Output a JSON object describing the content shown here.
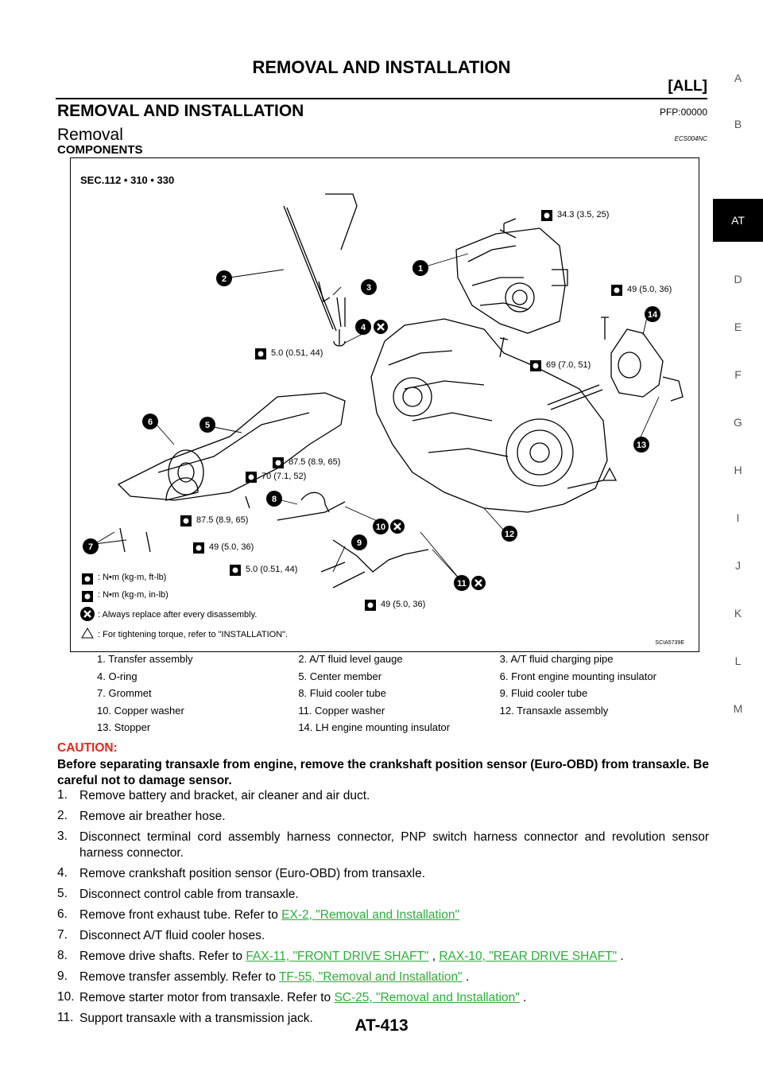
{
  "header": {
    "title": "REMOVAL AND INSTALLATION",
    "subtitle": "[ALL]"
  },
  "section": {
    "title": "REMOVAL AND INSTALLATION",
    "code": "PFP:00000"
  },
  "subsection": {
    "title": "Removal",
    "code": "ECS004NC"
  },
  "components_heading": "COMPONENTS",
  "side_index": [
    "A",
    "B",
    "AT",
    "D",
    "E",
    "F",
    "G",
    "H",
    "I",
    "J",
    "K",
    "L",
    "M"
  ],
  "side_index_active": "AT",
  "figure": {
    "sec_label": "SEC.112 • 310 • 330",
    "image_code": "SCIA5739E",
    "torques": {
      "t1": "34.3 (3.5, 25)",
      "t2": "49 (5.0, 36)",
      "t3": "5.0 (0.51, 44)",
      "t4": "69 (7.0, 51)",
      "t5": "87.5 (8.9, 65)",
      "t6": "70 (7.1, 52)",
      "t7": "87.5 (8.9, 65)",
      "t8": "49 (5.0, 36)",
      "t9": "5.0 (0.51, 44)",
      "t10": "49 (5.0, 36)"
    },
    "callouts": [
      "1",
      "2",
      "3",
      "4",
      "5",
      "6",
      "7",
      "8",
      "9",
      "10",
      "11",
      "12",
      "13",
      "14"
    ],
    "legend": [
      ": N•m (kg-m, ft-lb)",
      ": N•m (kg-m, in-lb)",
      ": Always replace after every disassembly.",
      ": For tightening torque, refer to \"INSTALLATION\"."
    ]
  },
  "parts": [
    [
      "1. Transfer assembly",
      "2. A/T fluid level gauge",
      "3. A/T fluid charging pipe"
    ],
    [
      "4. O-ring",
      "5. Center member",
      "6. Front engine mounting insulator"
    ],
    [
      "7. Grommet",
      "8. Fluid cooler tube",
      "9. Fluid cooler tube"
    ],
    [
      "10. Copper washer",
      "11. Copper washer",
      "12. Transaxle assembly"
    ],
    [
      "13. Stopper",
      "14. LH engine mounting insulator",
      ""
    ]
  ],
  "caution": {
    "heading": "CAUTION:",
    "text": "Before separating transaxle from engine, remove the crankshaft position sensor (Euro-OBD) from transaxle. Be careful not to damage sensor."
  },
  "steps": [
    {
      "num": "1.",
      "text": "Remove battery and bracket, air cleaner and air duct."
    },
    {
      "num": "2.",
      "text": "Remove air breather hose."
    },
    {
      "num": "3.",
      "text": "Disconnect terminal cord assembly harness connector, PNP switch harness connector and revolution sensor harness connector."
    },
    {
      "num": "4.",
      "text": "Remove crankshaft position sensor (Euro-OBD) from transaxle."
    },
    {
      "num": "5.",
      "text": "Disconnect control cable from transaxle."
    },
    {
      "num": "6.",
      "text": "Remove front exhaust tube. Refer to ",
      "link": "EX-2, \"Removal and Installation\""
    },
    {
      "num": "7.",
      "text": "Disconnect A/T fluid cooler hoses."
    },
    {
      "num": "8.",
      "text": "Remove drive shafts. Refer to ",
      "link": "FAX-11, \"FRONT DRIVE SHAFT\"",
      "sep": " , ",
      "link2": "RAX-10, \"REAR DRIVE SHAFT\"",
      "tail": " ."
    },
    {
      "num": "9.",
      "text": "Remove transfer assembly. Refer to ",
      "link": "TF-55, \"Removal and Installation\"",
      "tail": " ."
    },
    {
      "num": "10.",
      "text": "Remove starter motor from transaxle. Refer to ",
      "link": "SC-25, \"Removal and Installation\"",
      "tail": " ."
    },
    {
      "num": "11.",
      "text": "Support transaxle with a transmission jack."
    }
  ],
  "footer": {
    "page": "AT-413"
  }
}
